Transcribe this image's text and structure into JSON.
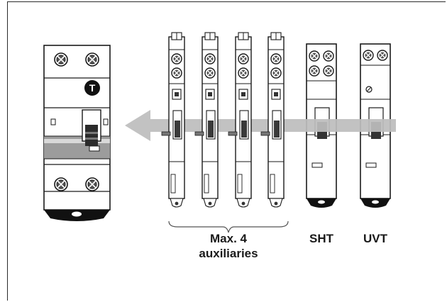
{
  "diagram": {
    "main_device_badge": "T",
    "labels": {
      "auxiliaries_line1": "Max. 4",
      "auxiliaries_line2": "auxiliaries",
      "sht": "SHT",
      "uvt": "UVT"
    },
    "auxiliary_count": 4,
    "colors": {
      "arrow": "#bdbdbd",
      "outline": "#1a1a1a",
      "body": "#ffffff",
      "shade": "#8a8a8a",
      "base": "#111111"
    }
  }
}
